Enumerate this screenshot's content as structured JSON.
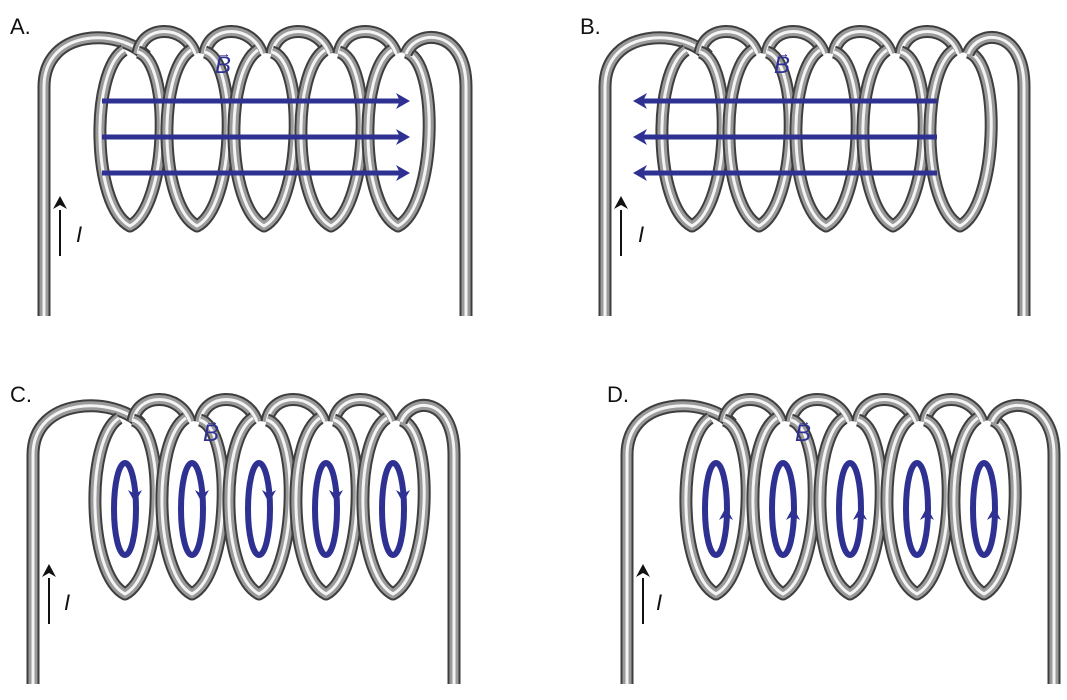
{
  "colors": {
    "wire_dark": "#3e3e3e",
    "wire_mid": "#9a9a9a",
    "wire_light": "#f4f4f4",
    "field": "#2e3192",
    "current_arrow": "#111111"
  },
  "current_symbol": "I",
  "field_symbol": "B",
  "field_vector_mark": "→",
  "panels": [
    {
      "id": "A",
      "label": "A.",
      "field_pattern": "axial-arrows",
      "field_direction": "right"
    },
    {
      "id": "B",
      "label": "B.",
      "field_pattern": "axial-arrows",
      "field_direction": "left"
    },
    {
      "id": "C",
      "label": "C.",
      "field_pattern": "loops-inside-turns",
      "field_direction": "down"
    },
    {
      "id": "D",
      "label": "D.",
      "field_pattern": "loops-inside-turns",
      "field_direction": "up"
    }
  ]
}
